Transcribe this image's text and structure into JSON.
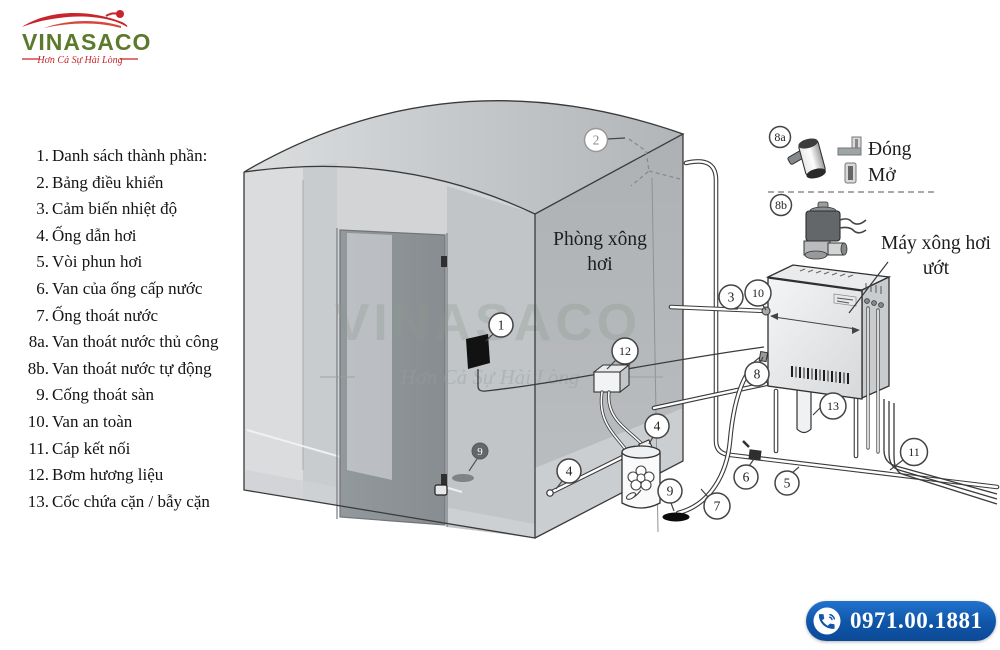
{
  "logo": {
    "name": "VINASACO",
    "tagline": "Hơn Cả Sự Hài Lòng"
  },
  "parts_list": {
    "items": [
      {
        "num": "1.",
        "label": "Danh sách thành phần:"
      },
      {
        "num": "2.",
        "label": "Bảng điều khiển"
      },
      {
        "num": "3.",
        "label": "Cảm biến nhiệt độ"
      },
      {
        "num": "4.",
        "label": "Ống dẫn hơi"
      },
      {
        "num": "5.",
        "label": "Vòi phun hơi"
      },
      {
        "num": "6.",
        "label": "Van của ống cấp nước"
      },
      {
        "num": "7.",
        "label": "Ống thoát nước"
      },
      {
        "num": "8a.",
        "label": "Van thoát nước thủ công"
      },
      {
        "num": "8b.",
        "label": "Van thoát nước tự động"
      },
      {
        "num": "9.",
        "label": "Cống thoát sàn"
      },
      {
        "num": "10.",
        "label": "Van an toàn"
      },
      {
        "num": "11.",
        "label": "Cáp kết nối"
      },
      {
        "num": "12.",
        "label": "Bơm hương liệu"
      },
      {
        "num": "13.",
        "label": "Cốc chứa cặn / bẫy cặn"
      }
    ]
  },
  "diagram": {
    "room_label_line1": "Phòng xông",
    "room_label_line2": "hơi",
    "machine_label_line1": "Máy xông hơi",
    "machine_label_line2": "ướt",
    "legend": {
      "closed_label": "Đóng",
      "open_label": "Mở"
    },
    "callouts": {
      "c1": "1",
      "c2": "2",
      "c3": "3",
      "c4": "4",
      "c5": "5",
      "c6": "6",
      "c7": "7",
      "c8": "8",
      "c8a": "8a",
      "c8b": "8b",
      "c9": "9",
      "c10": "10",
      "c11": "11",
      "c12": "12",
      "c13": "13"
    }
  },
  "watermark": {
    "text": "VINASACO",
    "tagline": "Hơn Cả Sự Hài Lòng"
  },
  "contact": {
    "phone": "0971.00.1881"
  },
  "colors": {
    "accent_blue": "#0f55a8",
    "logo_green": "#5c7a2b",
    "logo_red": "#c8242b"
  }
}
